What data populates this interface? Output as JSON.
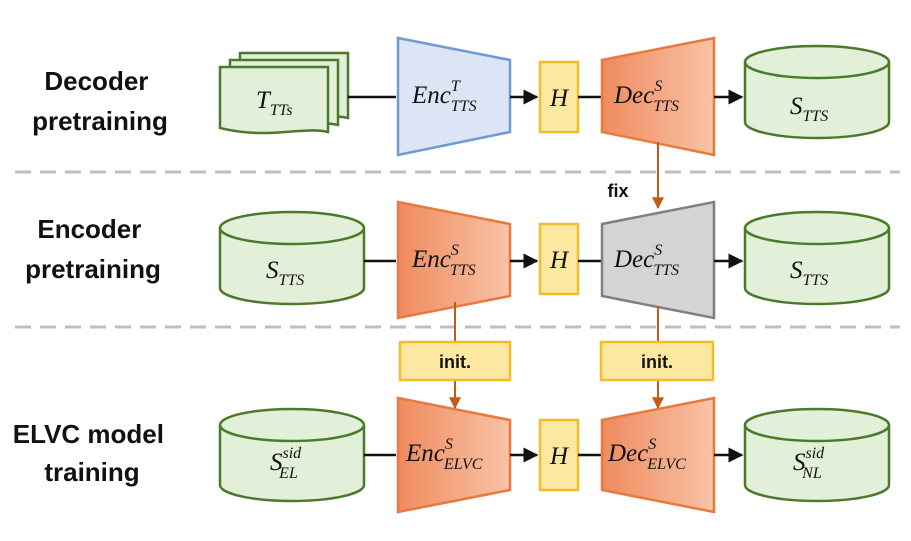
{
  "stages": {
    "decoder": [
      "Decoder",
      "pretraining"
    ],
    "encoder": [
      "Encoder",
      "pretraining"
    ],
    "elvc": [
      "ELVC model",
      "training"
    ]
  },
  "row1": {
    "input": {
      "base": "T",
      "sub": "TTs",
      "sup": ""
    },
    "encoder": {
      "base": "Enc",
      "sup": "T",
      "sub": "TTS"
    },
    "hidden": "H",
    "decoder": {
      "base": "Dec",
      "sup": "S",
      "sub": "TTS"
    },
    "output": {
      "base": "S",
      "sub": "TTS",
      "sup": ""
    }
  },
  "row2": {
    "input": {
      "base": "S",
      "sub": "TTS",
      "sup": ""
    },
    "encoder": {
      "base": "Enc",
      "sup": "S",
      "sub": "TTS"
    },
    "hidden": "H",
    "decoder": {
      "base": "Dec",
      "sup": "S",
      "sub": "TTS"
    },
    "output": {
      "base": "S",
      "sub": "TTS",
      "sup": ""
    }
  },
  "row3": {
    "input": {
      "base": "S",
      "sub": "EL",
      "sup": "sid"
    },
    "encoder": {
      "base": "Enc",
      "sup": "S",
      "sub": "ELVC"
    },
    "hidden": "H",
    "decoder": {
      "base": "Dec",
      "sup": "S",
      "sub": "ELVC"
    },
    "output": {
      "base": "S",
      "sub": "NL",
      "sup": "sid"
    }
  },
  "labels": {
    "fix": "fix",
    "init_encoder": "init.",
    "init_decoder": "init."
  },
  "colors": {
    "green_fill": "#e2efd9",
    "green_stroke": "#4b7a2a",
    "blue_fill": "#dbe5f5",
    "blue_stroke": "#6f9bd1",
    "orange_stroke": "#e8793f",
    "orange_light": "#f8c0a0",
    "orange_dark": "#ef8b5f",
    "gray_fill": "#d4d4d4",
    "gray_stroke": "#7f7f7f",
    "yellow_fill": "#fde8a2",
    "yellow_stroke": "#f3bd2a",
    "dash": "#bfbfbf",
    "arrow": "#111111",
    "link": "#c55a11"
  }
}
